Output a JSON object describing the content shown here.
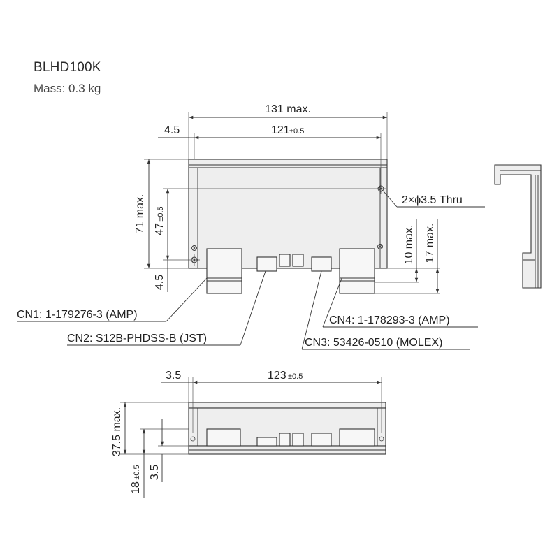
{
  "header": {
    "model": "BLHD100K",
    "mass": "Mass: 0.3 kg"
  },
  "dimensions": {
    "width_max": "131 max.",
    "left_offset_top": "4.5",
    "hole_pitch": "121",
    "hole_pitch_tol": "±0.5",
    "height_max": "71 max.",
    "hole_pitch_vertical": "47",
    "hole_pitch_vertical_tol": "±0.5",
    "bottom_offset": "4.5",
    "connector_protrusion": "10 max.",
    "connector_height": "17 max.",
    "mounting_holes": "2×ϕ3.5 Thru",
    "side_offset": "3.5",
    "side_length": "123",
    "side_length_tol": "±0.5",
    "depth_max": "37.5 max.",
    "standoff": "18",
    "standoff_tol": "±0.5",
    "base_thickness": "3.5"
  },
  "connectors": {
    "cn1": "CN1: 1-179276-3 (AMP)",
    "cn2": "CN2: S12B-PHDSS-B (JST)",
    "cn3": "CN3: 53426-0510 (MOLEX)",
    "cn4": "CN4: 1-178293-3 (AMP)"
  },
  "colors": {
    "line": "#333333",
    "board_fill": "#eeeeee",
    "connector_fill": "#f7f7f7"
  }
}
